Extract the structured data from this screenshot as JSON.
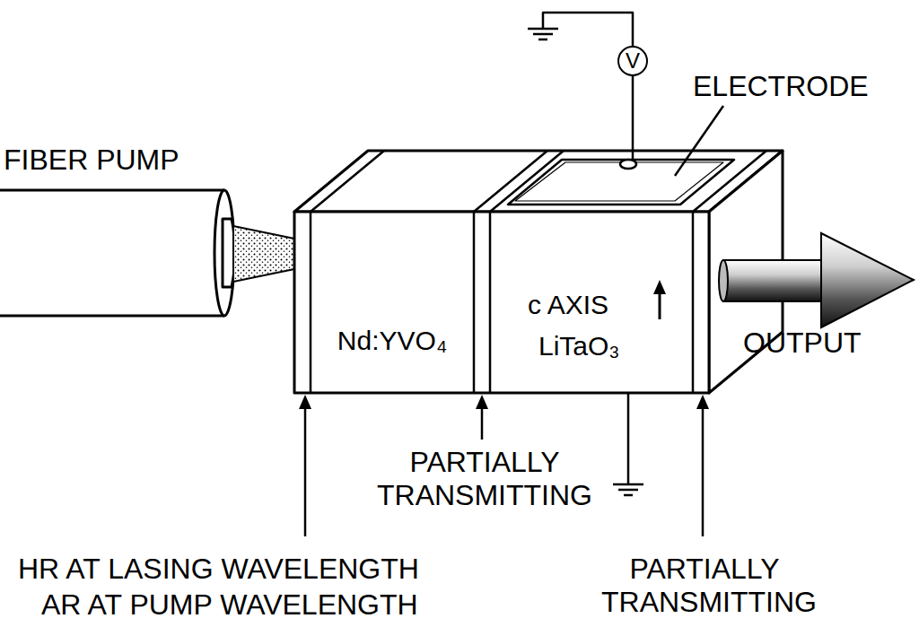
{
  "diagram": {
    "nodes": [
      {
        "text": [
          "Nd:YVO₄"
        ]
      },
      {
        "text": [
          "c AXIS",
          "LiTaO₃"
        ]
      },
      {
        "text": [
          "V"
        ]
      }
    ],
    "labels": [
      "FIBER PUMP",
      "ELECTRODE",
      "OUTPUT",
      "PARTIALLY TRANSMITTING",
      "HR AT LASING WAVELENGTH",
      "AR AT PUMP WAVELENGTH",
      "PARTIALLY TRANSMITTING"
    ]
  }
}
